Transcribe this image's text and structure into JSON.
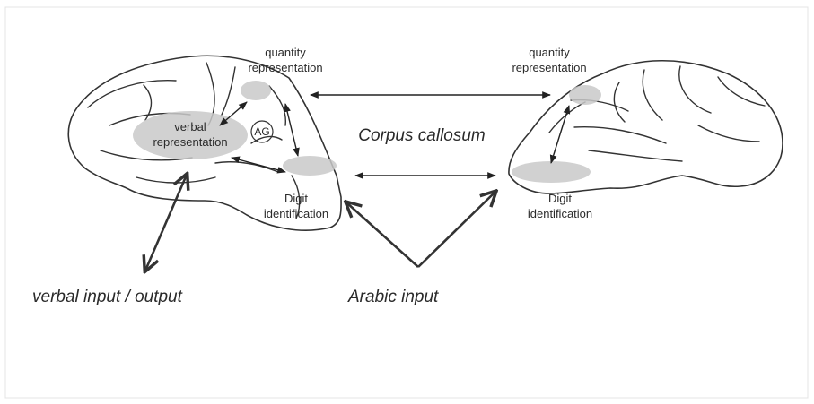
{
  "labels": {
    "quantity_left_1": "quantity",
    "quantity_left_2": "representation",
    "quantity_right_1": "quantity",
    "quantity_right_2": "representation",
    "verbal_1": "verbal",
    "verbal_2": "representation",
    "ag": "AG",
    "corpus_callosum": "Corpus callosum",
    "digit_left_1": "Digit",
    "digit_left_2": "identification",
    "digit_right_1": "Digit",
    "digit_right_2": "identification",
    "verbal_io": "verbal input / output",
    "arabic_input": "Arabic input"
  },
  "colors": {
    "region_fill": "#c9c9c9",
    "line": "#333333"
  }
}
